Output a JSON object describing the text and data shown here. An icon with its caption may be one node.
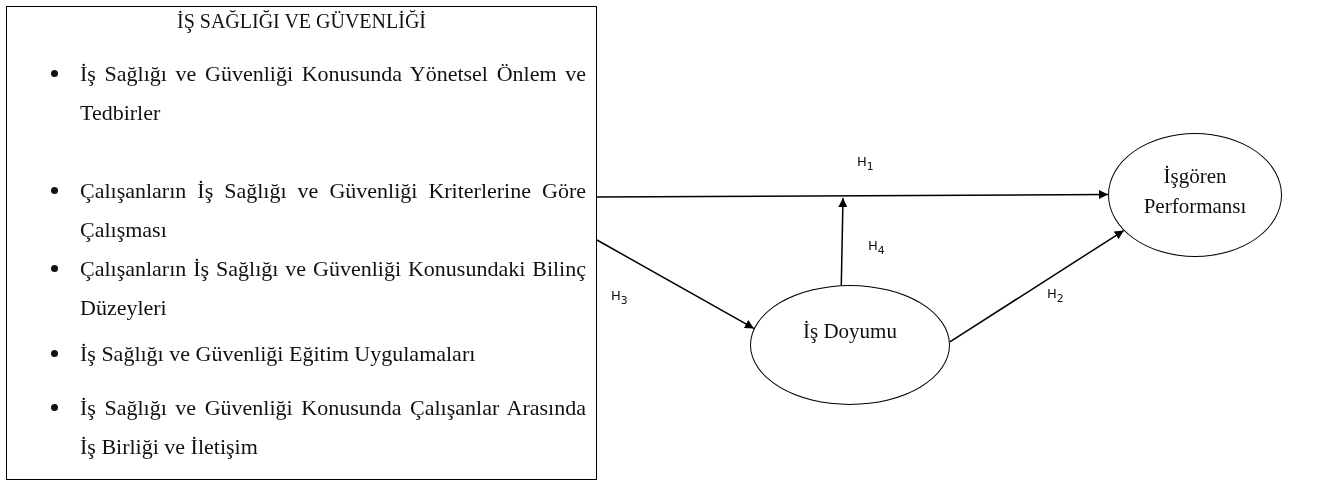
{
  "diagram": {
    "nodes": [
      {
        "text": [
          "İŞ SAĞLIĞI VE GÜVENLİĞİ",
          "İş Sağlığı ve Güvenliği Konusunda Yönetsel Önlem ve Tedbirler",
          "Çalışanların İş Sağlığı ve Güvenliği Kriterlerine Göre Çalışması",
          "Çalışanların İş Sağlığı ve Güvenliği Konusundaki Bilinç Düzeyleri",
          "İş Sağlığı ve Güvenliği Eğitim Uygulamaları",
          "İş Sağlığı ve Güvenliği Konusunda Çalışanlar Arasında İş Birliği ve İletişim"
        ]
      },
      {
        "text": [
          "İşgören Performansı"
        ]
      },
      {
        "text": [
          "İş Doyumu"
        ]
      }
    ],
    "edges": [
      {
        "from": 0,
        "to": 1,
        "arrow": "to",
        "label": "H$_{1}$"
      },
      {
        "from": 2,
        "to": 1,
        "arrow": "to",
        "label": "H$_{2}$"
      },
      {
        "from": 0,
        "to": 2,
        "arrow": "to",
        "label": "H$_{3}$"
      },
      {
        "from": 2,
        "to": null,
        "arrow": "to",
        "label": "H$_{4}$"
      }
    ]
  }
}
